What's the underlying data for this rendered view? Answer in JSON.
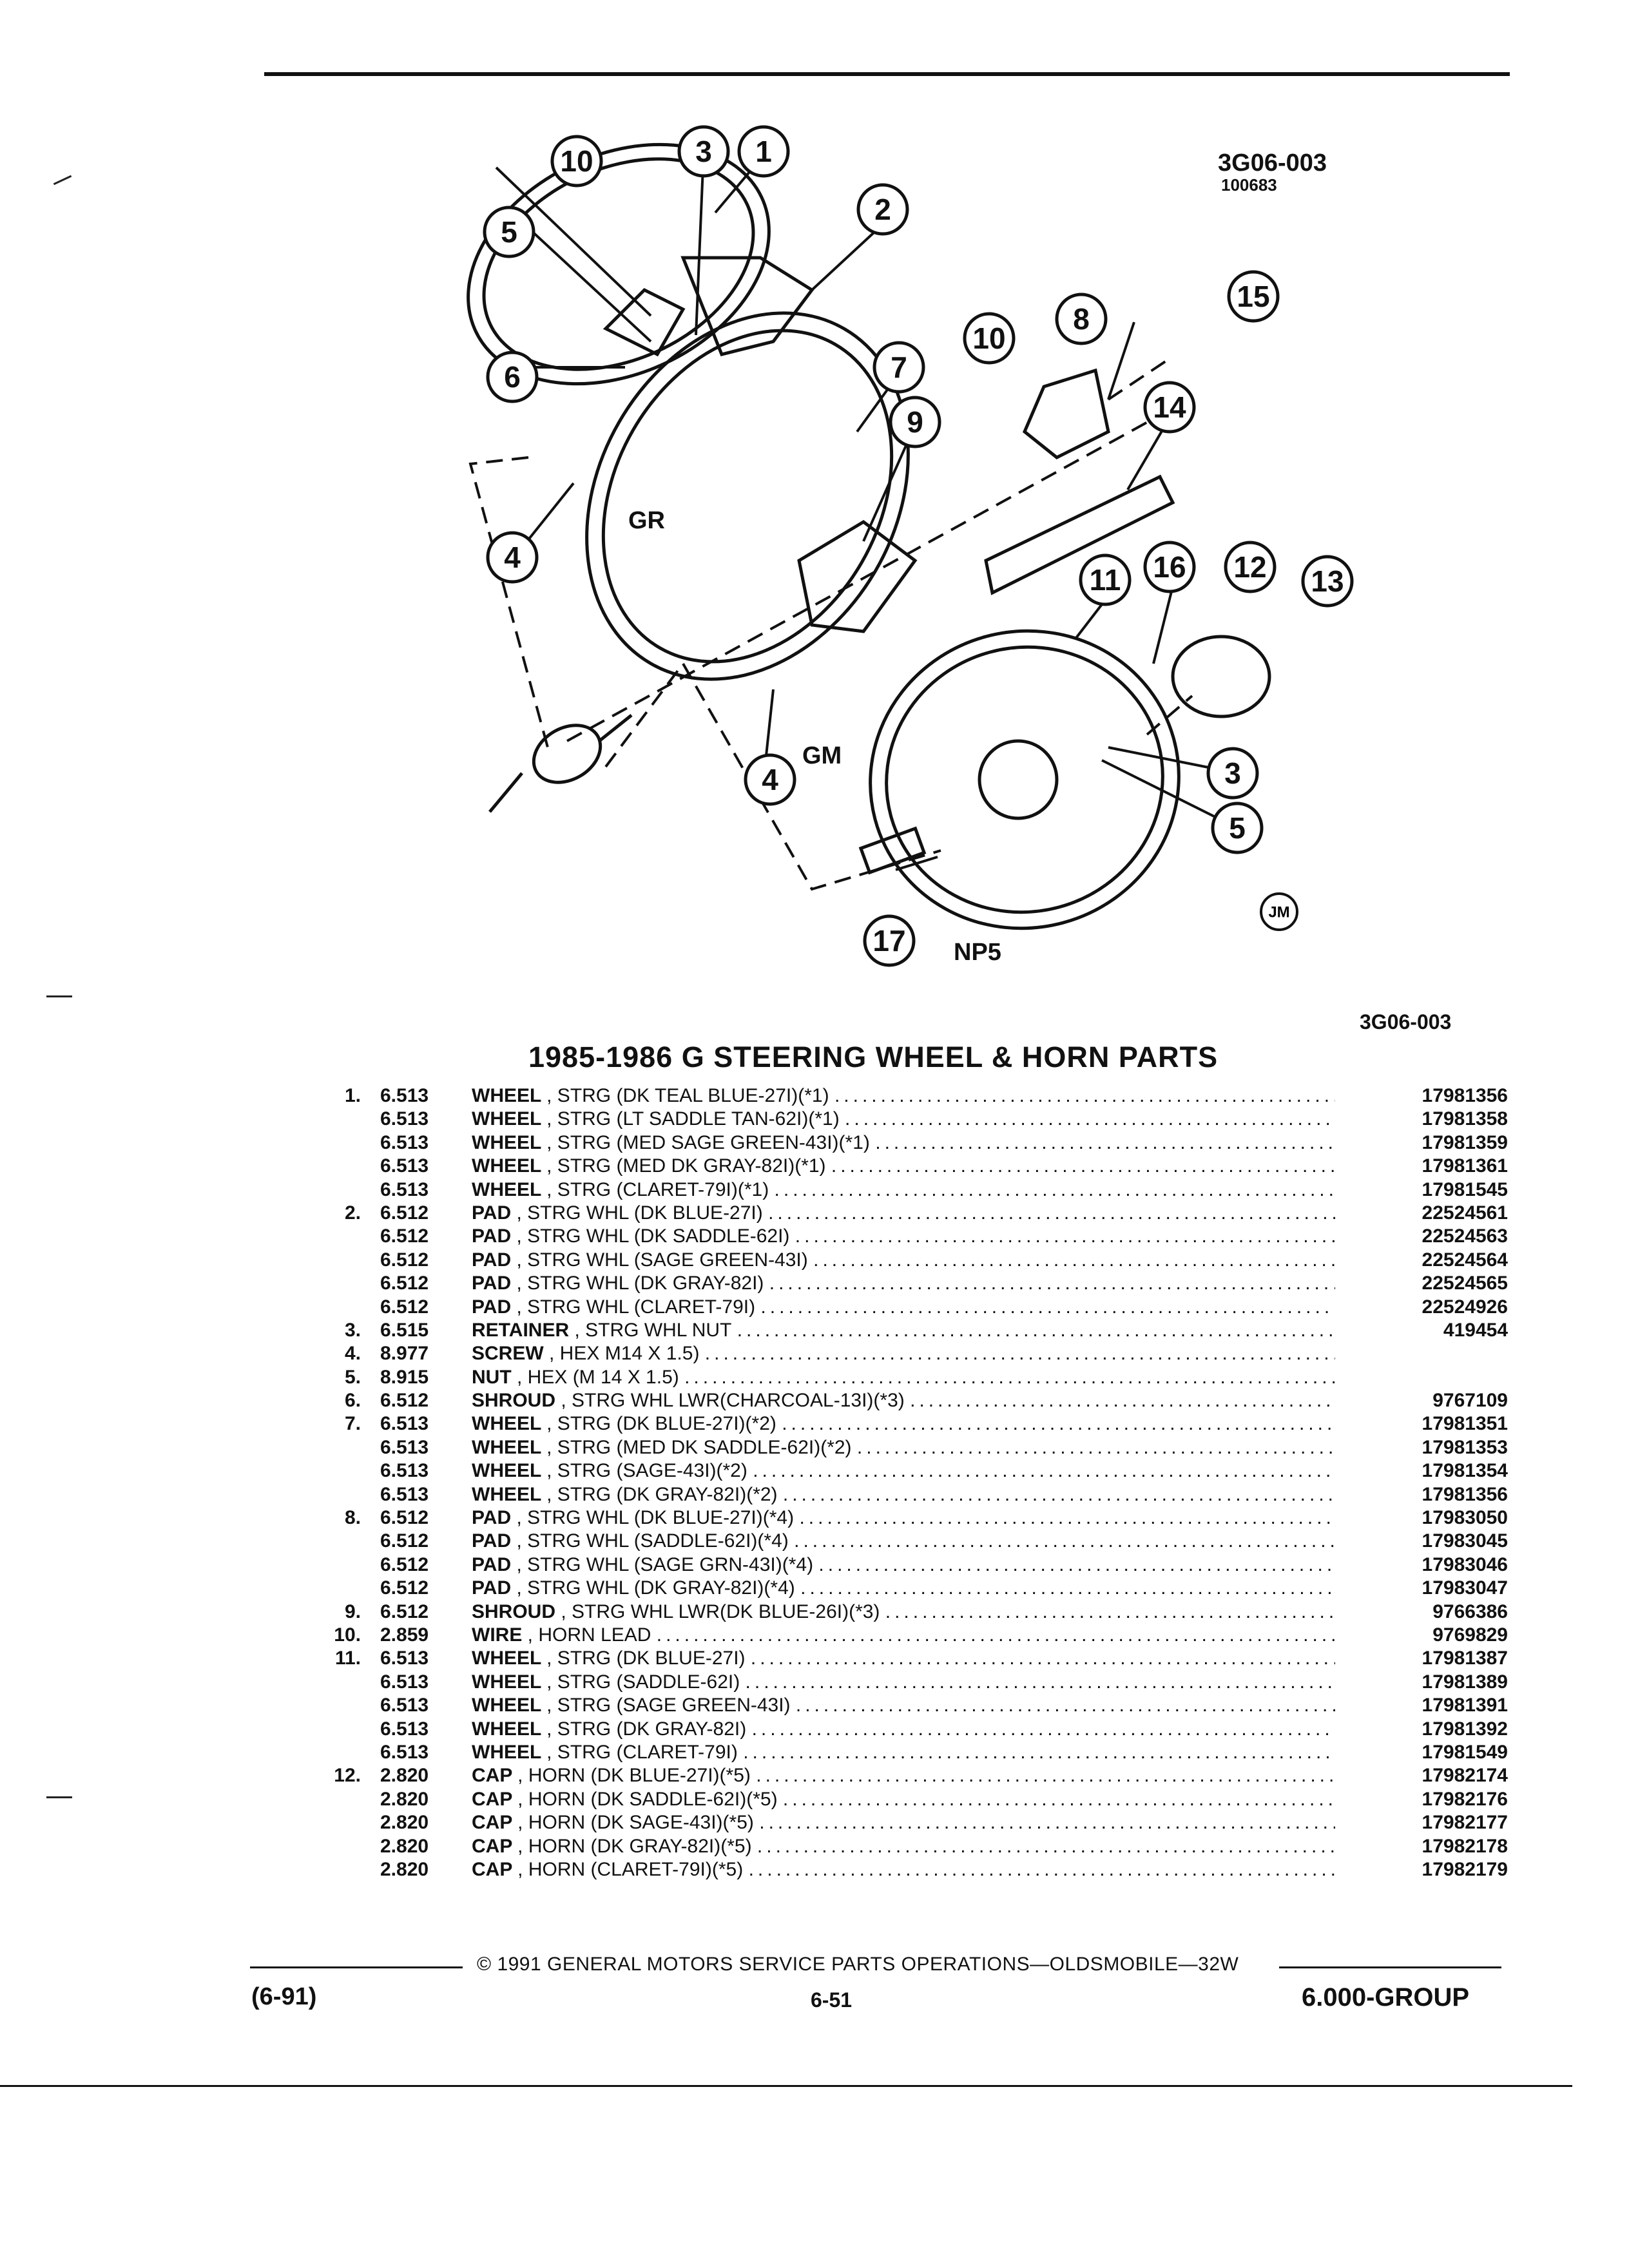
{
  "diagram": {
    "ref_code": "3G06-003",
    "ref_sub": "100683",
    "bottom_code": "3G06-003",
    "labels": {
      "gr": "GR",
      "gm": "GM",
      "np5": "NP5",
      "jm": "JM"
    },
    "callouts": [
      "10",
      "3",
      "1",
      "2",
      "5",
      "6",
      "15",
      "10",
      "8",
      "7",
      "9",
      "14",
      "4",
      "11",
      "16",
      "12",
      "13",
      "3",
      "5",
      "4",
      "17"
    ]
  },
  "title": "1985-1986 G STEERING WHEEL & HORN PARTS",
  "parts": [
    {
      "idx": "1.",
      "code": "6.513",
      "name": "WHEEL",
      "desc": ", STRG (DK TEAL BLUE-27I)(*1)",
      "pn": "17981356"
    },
    {
      "idx": "",
      "code": "6.513",
      "name": "WHEEL",
      "desc": ", STRG (LT SADDLE TAN-62I)(*1)",
      "pn": "17981358"
    },
    {
      "idx": "",
      "code": "6.513",
      "name": "WHEEL",
      "desc": ", STRG (MED SAGE GREEN-43I)(*1)",
      "pn": "17981359"
    },
    {
      "idx": "",
      "code": "6.513",
      "name": "WHEEL",
      "desc": ", STRG (MED DK GRAY-82I)(*1)",
      "pn": "17981361"
    },
    {
      "idx": "",
      "code": "6.513",
      "name": "WHEEL",
      "desc": ", STRG (CLARET-79I)(*1)",
      "pn": "17981545"
    },
    {
      "idx": "2.",
      "code": "6.512",
      "name": "PAD",
      "desc": ", STRG WHL (DK BLUE-27I)",
      "pn": "22524561"
    },
    {
      "idx": "",
      "code": "6.512",
      "name": "PAD",
      "desc": ", STRG WHL (DK SADDLE-62I)",
      "pn": "22524563"
    },
    {
      "idx": "",
      "code": "6.512",
      "name": "PAD",
      "desc": ", STRG WHL (SAGE GREEN-43I)",
      "pn": "22524564"
    },
    {
      "idx": "",
      "code": "6.512",
      "name": "PAD",
      "desc": ", STRG WHL (DK GRAY-82I)",
      "pn": "22524565"
    },
    {
      "idx": "",
      "code": "6.512",
      "name": "PAD",
      "desc": ", STRG WHL (CLARET-79I)",
      "pn": "22524926"
    },
    {
      "idx": "3.",
      "code": "6.515",
      "name": "RETAINER",
      "desc": ", STRG WHL NUT",
      "pn": "419454"
    },
    {
      "idx": "4.",
      "code": "8.977",
      "name": "SCREW",
      "desc": ", HEX M14 X 1.5)",
      "pn": ""
    },
    {
      "idx": "5.",
      "code": "8.915",
      "name": "NUT",
      "desc": ", HEX (M 14 X 1.5)",
      "pn": ""
    },
    {
      "idx": "6.",
      "code": "6.512",
      "name": "SHROUD",
      "desc": ", STRG WHL LWR(CHARCOAL-13I)(*3)",
      "pn": "9767109"
    },
    {
      "idx": "7.",
      "code": "6.513",
      "name": "WHEEL",
      "desc": ", STRG (DK BLUE-27I)(*2)",
      "pn": "17981351"
    },
    {
      "idx": "",
      "code": "6.513",
      "name": "WHEEL",
      "desc": ", STRG (MED DK SADDLE-62I)(*2)",
      "pn": "17981353"
    },
    {
      "idx": "",
      "code": "6.513",
      "name": "WHEEL",
      "desc": ", STRG (SAGE-43I)(*2)",
      "pn": "17981354"
    },
    {
      "idx": "",
      "code": "6.513",
      "name": "WHEEL",
      "desc": ", STRG (DK GRAY-82I)(*2)",
      "pn": "17981356"
    },
    {
      "idx": "8.",
      "code": "6.512",
      "name": "PAD",
      "desc": ", STRG WHL (DK BLUE-27I)(*4)",
      "pn": "17983050"
    },
    {
      "idx": "",
      "code": "6.512",
      "name": "PAD",
      "desc": ", STRG WHL (SADDLE-62I)(*4)",
      "pn": "17983045"
    },
    {
      "idx": "",
      "code": "6.512",
      "name": "PAD",
      "desc": ", STRG WHL (SAGE GRN-43I)(*4)",
      "pn": "17983046"
    },
    {
      "idx": "",
      "code": "6.512",
      "name": "PAD",
      "desc": ", STRG WHL (DK GRAY-82I)(*4)",
      "pn": "17983047"
    },
    {
      "idx": "9.",
      "code": "6.512",
      "name": "SHROUD",
      "desc": ", STRG WHL LWR(DK BLUE-26I)(*3)",
      "pn": "9766386"
    },
    {
      "idx": "10.",
      "code": "2.859",
      "name": "WIRE",
      "desc": ", HORN LEAD",
      "pn": "9769829"
    },
    {
      "idx": "11.",
      "code": "6.513",
      "name": "WHEEL",
      "desc": ", STRG (DK BLUE-27I)",
      "pn": "17981387"
    },
    {
      "idx": "",
      "code": "6.513",
      "name": "WHEEL",
      "desc": ", STRG (SADDLE-62I)",
      "pn": "17981389"
    },
    {
      "idx": "",
      "code": "6.513",
      "name": "WHEEL",
      "desc": ", STRG (SAGE GREEN-43I)",
      "pn": "17981391"
    },
    {
      "idx": "",
      "code": "6.513",
      "name": "WHEEL",
      "desc": ", STRG (DK GRAY-82I)",
      "pn": "17981392"
    },
    {
      "idx": "",
      "code": "6.513",
      "name": "WHEEL",
      "desc": ", STRG (CLARET-79I)",
      "pn": "17981549"
    },
    {
      "idx": "12.",
      "code": "2.820",
      "name": "CAP",
      "desc": ", HORN (DK BLUE-27I)(*5)",
      "pn": "17982174"
    },
    {
      "idx": "",
      "code": "2.820",
      "name": "CAP",
      "desc": ", HORN (DK SADDLE-62I)(*5)",
      "pn": "17982176"
    },
    {
      "idx": "",
      "code": "2.820",
      "name": "CAP",
      "desc": ", HORN (DK SAGE-43I)(*5)",
      "pn": "17982177"
    },
    {
      "idx": "",
      "code": "2.820",
      "name": "CAP",
      "desc": ", HORN (DK GRAY-82I)(*5)",
      "pn": "17982178"
    },
    {
      "idx": "",
      "code": "2.820",
      "name": "CAP",
      "desc": ", HORN (CLARET-79I)(*5)",
      "pn": "17982179"
    }
  ],
  "footer": {
    "copyright": "© 1991 GENERAL MOTORS SERVICE PARTS OPERATIONS—OLDSMOBILE—32W",
    "date": "(6-91)",
    "page": "6-51",
    "group": "6.000-GROUP"
  }
}
